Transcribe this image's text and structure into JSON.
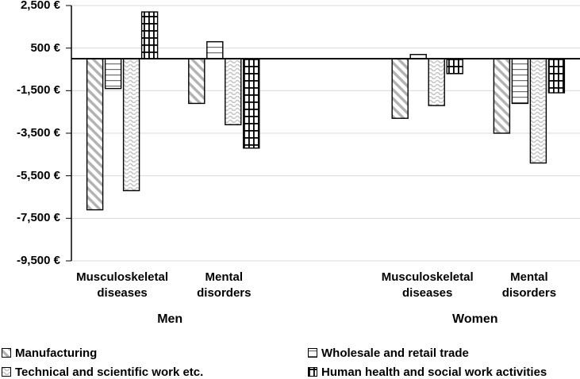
{
  "chart_data": {
    "type": "bar",
    "title": "",
    "y_axis": {
      "max": 2500,
      "min": -9500,
      "gridlines": true,
      "ticks": [
        {
          "label": "2,500 €",
          "value": 2500
        },
        {
          "label": "500 €",
          "value": 500
        },
        {
          "label": "-1,500 €",
          "value": -1500
        },
        {
          "label": "-3,500 €",
          "value": -3500
        },
        {
          "label": "-5,500 €",
          "value": -5500
        },
        {
          "label": "-7,500 €",
          "value": -7500
        },
        {
          "label": "-9,500 €",
          "value": -9500
        }
      ]
    },
    "groups": [
      {
        "key": "men-musculoskeletal",
        "label": "Musculoskeletal diseases",
        "label_lines": [
          "Musculoskeletal",
          "diseases"
        ],
        "gender": "Men"
      },
      {
        "key": "men-mental",
        "label": "Mental disorders",
        "label_lines": [
          "Mental",
          "disorders"
        ],
        "gender": "Men"
      },
      {
        "key": "women-musculoskeletal",
        "label": "Musculoskeletal diseases",
        "label_lines": [
          "Musculoskeletal",
          "diseases"
        ],
        "gender": "Women"
      },
      {
        "key": "women-mental",
        "label": "Mental disorders",
        "label_lines": [
          "Mental",
          "disorders"
        ],
        "gender": "Women"
      }
    ],
    "gender_labels": [
      "Men",
      "Women"
    ],
    "series": [
      {
        "key": "manufacturing",
        "name": "Manufacturing",
        "pattern": "diagonal",
        "values": [
          -7100,
          -2100,
          -2800,
          -3500
        ]
      },
      {
        "key": "wholesale-retail",
        "name": "Wholesale and retail trade",
        "pattern": "horizontal",
        "values": [
          -1400,
          800,
          200,
          -2100
        ]
      },
      {
        "key": "technical-scientific",
        "name": "Technical and scientific work etc.",
        "pattern": "wave",
        "values": [
          -6200,
          -3100,
          -2200,
          -4900
        ]
      },
      {
        "key": "human-health",
        "name": "Human health and social work activities",
        "pattern": "plaid",
        "values": [
          2200,
          -4200,
          -700,
          -1600
        ]
      }
    ],
    "legend_position": "bottom",
    "colors": {
      "background": "#ffffff",
      "text": "#000000",
      "gridline": "#d9d9d9",
      "axis": "#000000",
      "bar_border": "#000000",
      "diagonal_stripe": "#b2b2b2",
      "wave_stroke": "#c4c4c4",
      "horizontal_line": "#6e6e6e",
      "plaid_line": "#000000"
    }
  }
}
